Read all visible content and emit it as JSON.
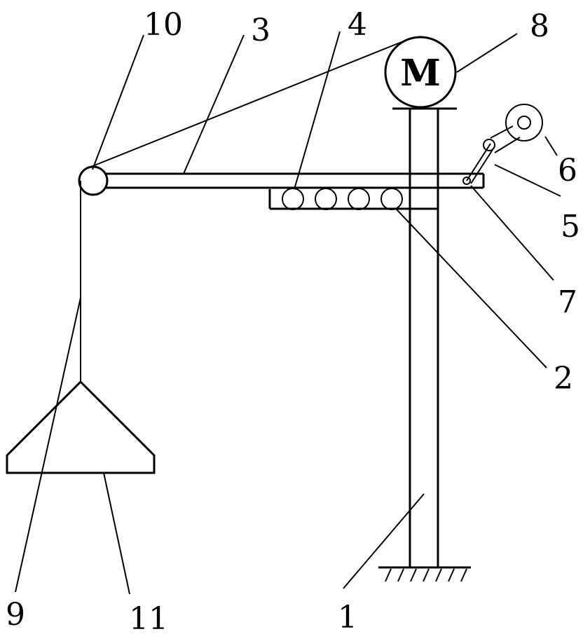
{
  "motor": {
    "symbol": "M"
  },
  "labels": {
    "l1": "1",
    "l2": "2",
    "l3": "3",
    "l4": "4",
    "l5": "5",
    "l6": "6",
    "l7": "7",
    "l8": "8",
    "l9": "9",
    "l10": "10",
    "l11": "11"
  }
}
